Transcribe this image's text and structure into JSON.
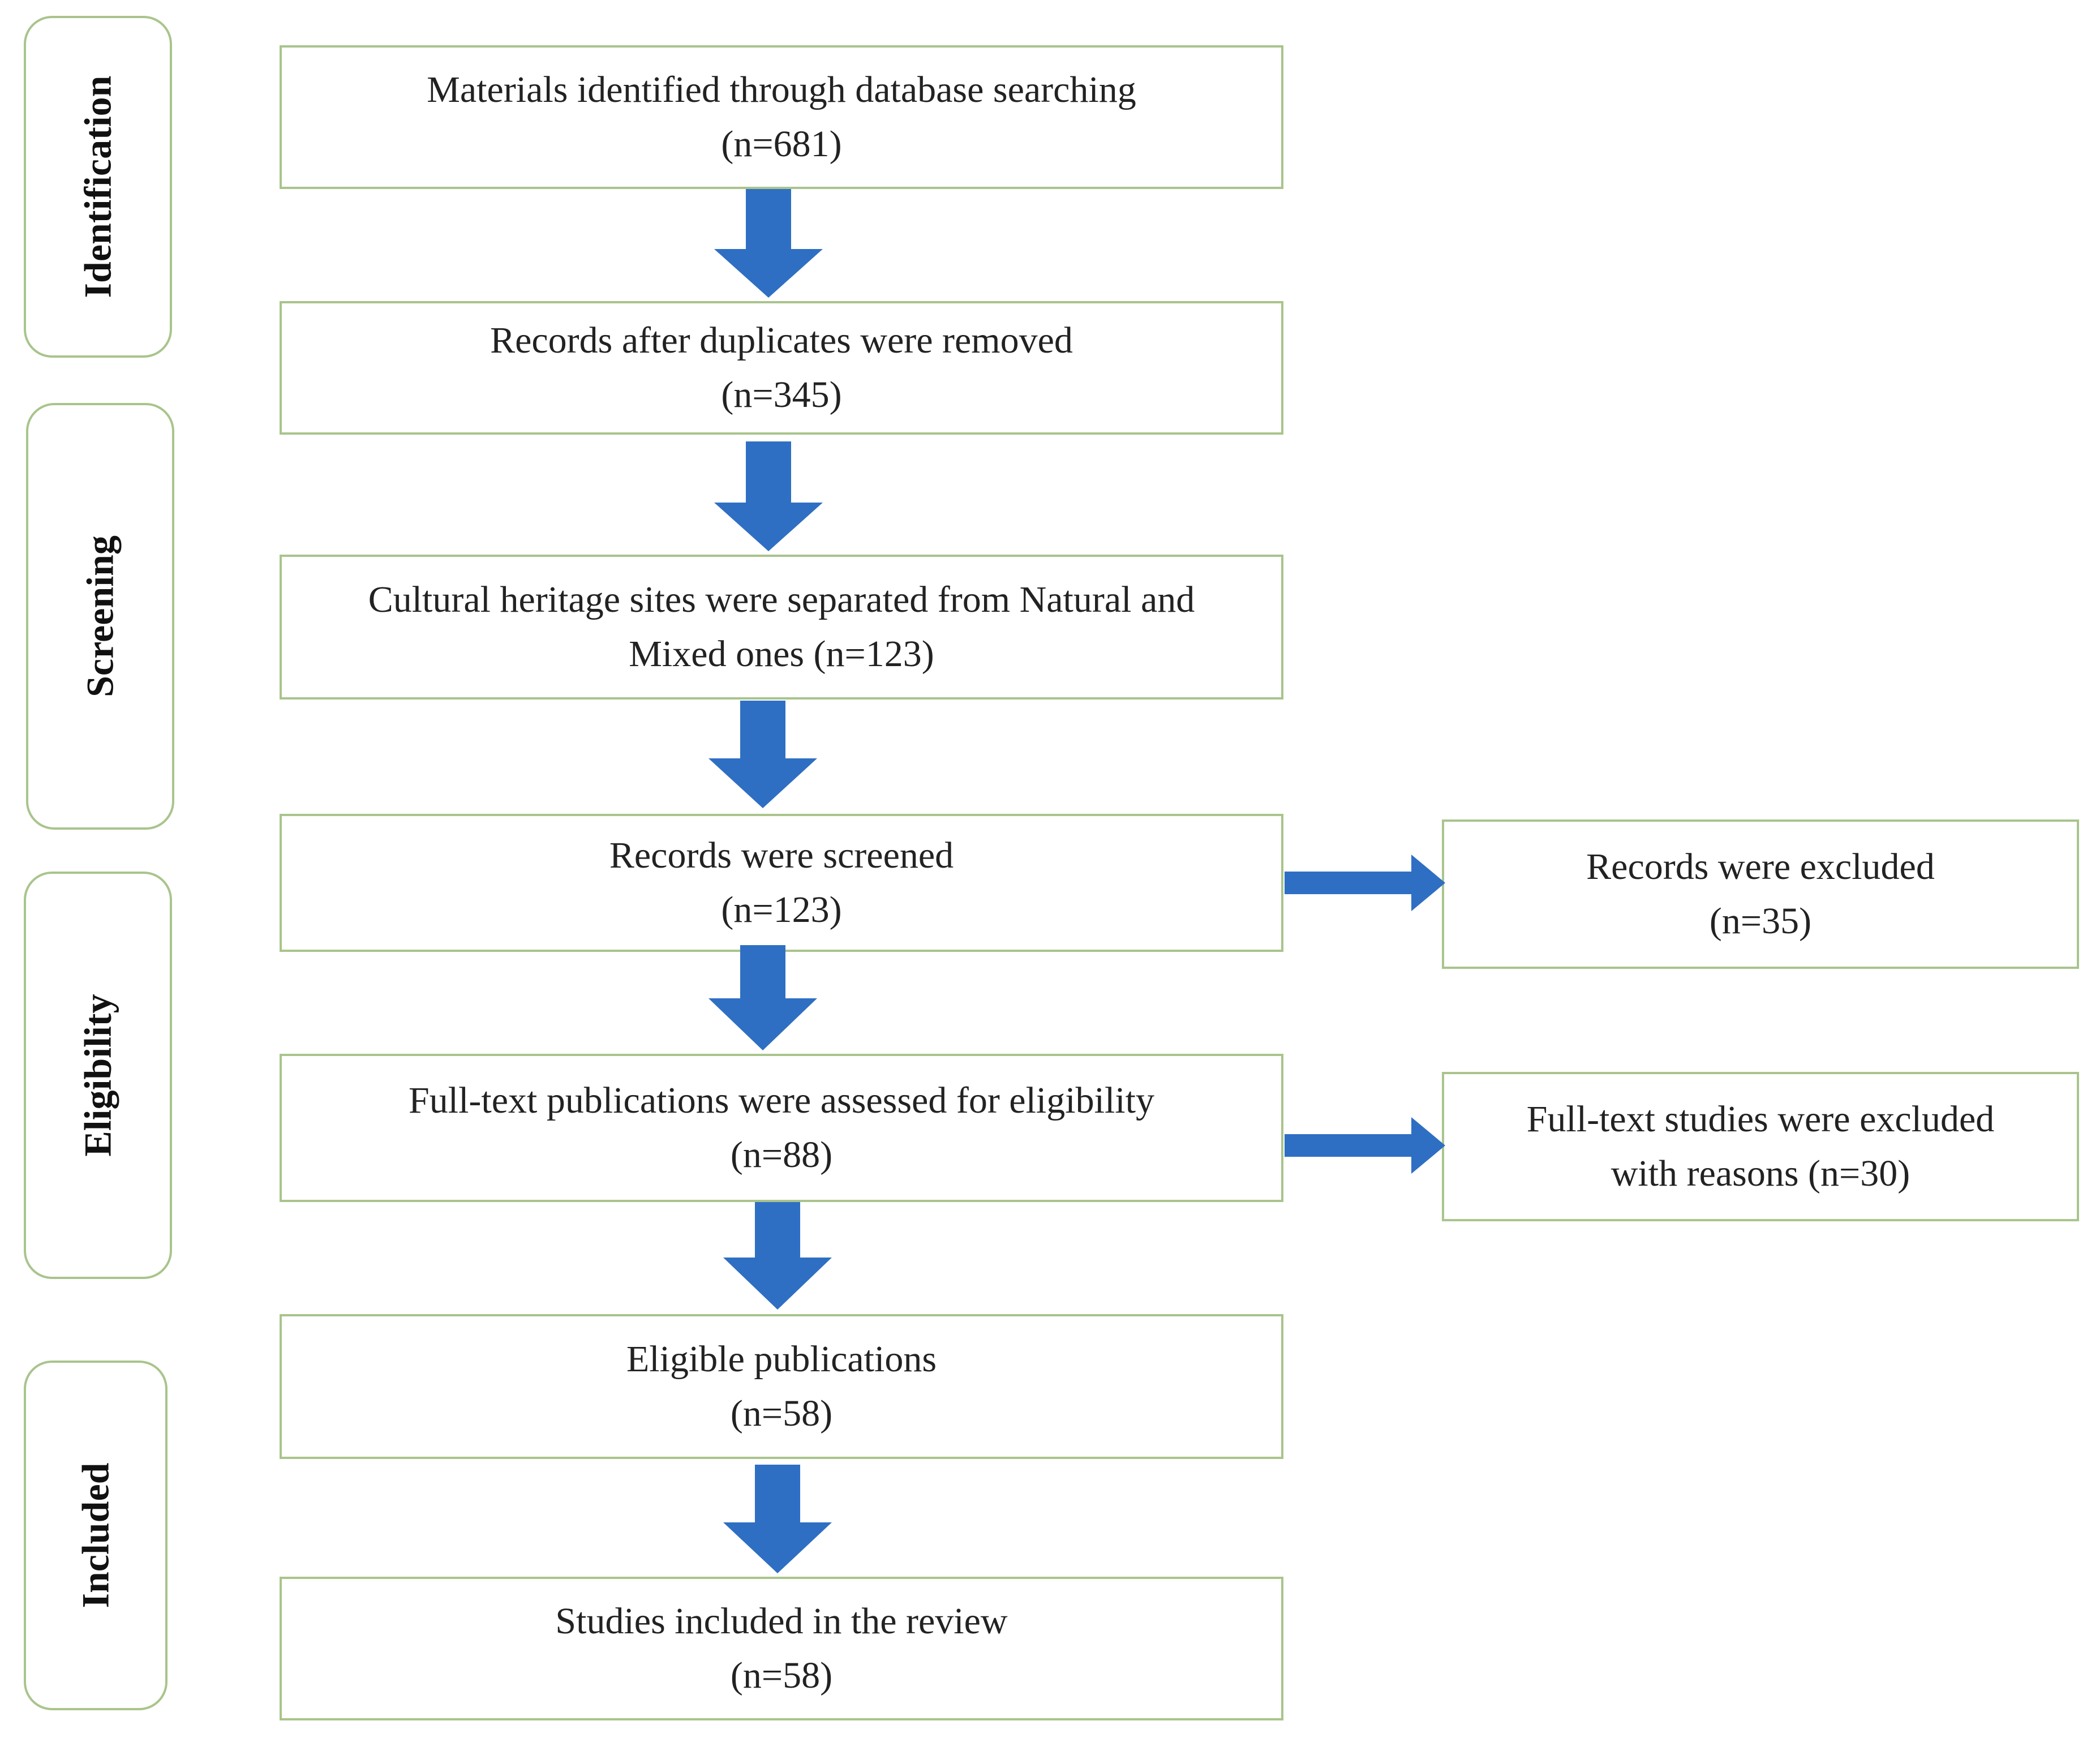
{
  "colors": {
    "box_border": "#a9c48c",
    "arrow": "#2e6fc3"
  },
  "stages": [
    {
      "id": "identification",
      "label": "Identification"
    },
    {
      "id": "screening",
      "label": "Screening"
    },
    {
      "id": "eligibility",
      "label": "Eligibility"
    },
    {
      "id": "included",
      "label": "Included"
    }
  ],
  "boxes": {
    "identified": {
      "line1": "Materials identified through database searching",
      "line2": "(n=681)"
    },
    "deduplicated": {
      "line1": "Records after duplicates were removed",
      "line2": "(n=345)"
    },
    "cultural": {
      "line1": "Cultural heritage sites were separated from Natural and",
      "line2": "Mixed ones (n=123)"
    },
    "screened": {
      "line1": "Records were screened",
      "line2": "(n=123)"
    },
    "excluded_records": {
      "line1": "Records were excluded",
      "line2": "(n=35)"
    },
    "fulltext": {
      "line1": "Full-text publications were assessed for eligibility",
      "line2": "(n=88)"
    },
    "excluded_fulltext": {
      "line1": "Full-text studies were excluded",
      "line2": "with reasons (n=30)"
    },
    "eligible": {
      "line1": "Eligible publications",
      "line2": "(n=58)"
    },
    "included": {
      "line1": "Studies included in the review",
      "line2": "(n=58)"
    }
  }
}
